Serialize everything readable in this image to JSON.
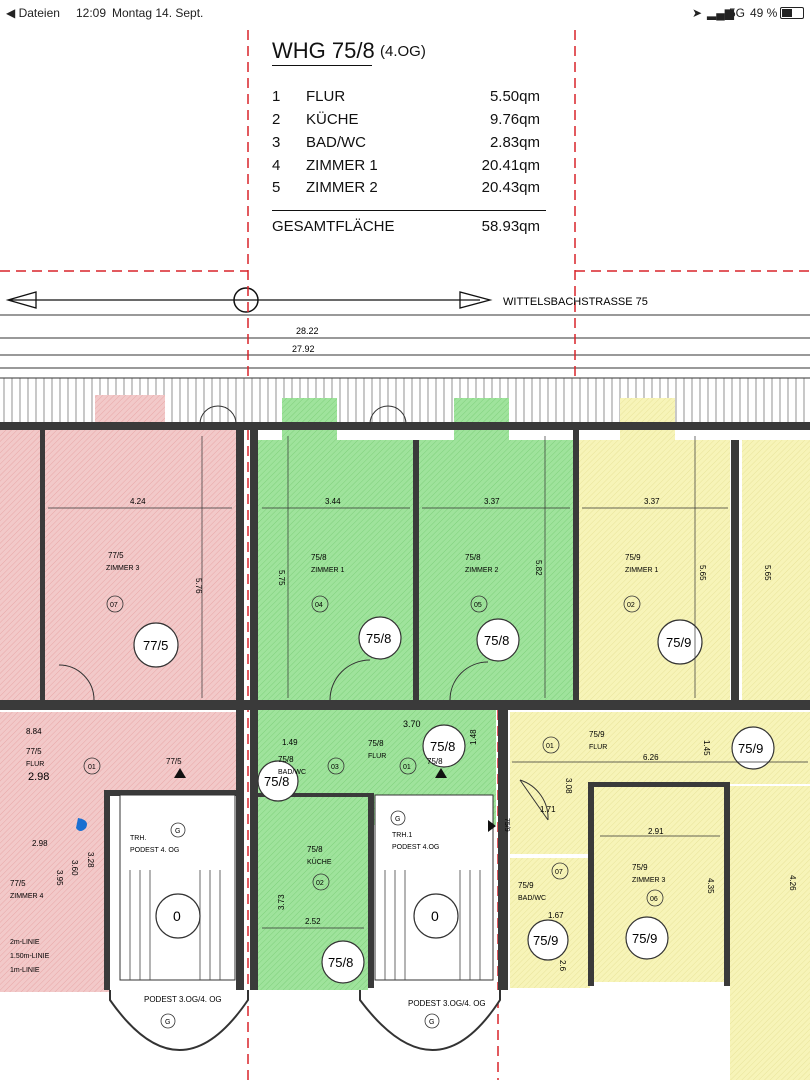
{
  "status_bar": {
    "back_app": "◀ Dateien",
    "time": "12:09",
    "date": "Montag 14. Sept.",
    "network": "5G",
    "battery": "49 %",
    "icons": [
      "location-arrow-icon",
      "signal-icon",
      "battery-icon"
    ]
  },
  "legend": {
    "title": "WHG 75/8",
    "floor": "(4.OG)",
    "rooms": [
      {
        "num": "1",
        "name": "FLUR",
        "area": "5.50qm"
      },
      {
        "num": "2",
        "name": "KÜCHE",
        "area": "9.76qm"
      },
      {
        "num": "3",
        "name": "BAD/WC",
        "area": "2.83qm"
      },
      {
        "num": "4",
        "name": "ZIMMER 1",
        "area": "20.41qm"
      },
      {
        "num": "5",
        "name": "ZIMMER 2",
        "area": "20.43qm"
      }
    ],
    "total_label": "GESAMTFLÄCHE",
    "total_area": "58.93qm"
  },
  "plan": {
    "street": "WITTELSBACHSTRASSE 75",
    "dim_total_1": "28.22",
    "dim_total_2": "27.92",
    "colors": {
      "unit_77_5": "#f2c9c9",
      "unit_75_8": "#9fe39c",
      "unit_75_9": "#f7f4b8",
      "red_dash": "#d9242a",
      "wall": "#3a3a3a"
    },
    "labels": {
      "z3_dim_w": "4.24",
      "z3_code": "77/5",
      "z3_name": "ZIMMER 3",
      "z3_dim_h": "5.76",
      "z3_no": "07",
      "z3_unit": "77/5",
      "z1_dim_w": "3.44",
      "z1_code": "75/8",
      "z1_name": "ZIMMER 1",
      "z1_dim_h": "5.75",
      "z1_no": "04",
      "z1_unit": "75/8",
      "z2_dim_w": "3.37",
      "z2_code": "75/8",
      "z2_name": "ZIMMER 2",
      "z2_dim_h": "5.82",
      "z2_no": "05",
      "z2_unit": "75/8",
      "z91_dim_w": "3.37",
      "z91_code": "75/9",
      "z91_name": "ZIMMER 1",
      "z91_dim_h": "5.65",
      "z91_no": "02",
      "z91_unit": "75/9",
      "zr_dim_h": "5.65",
      "zr_dim": "4.26",
      "fl_dim": "8.84",
      "fl_code": "77/5",
      "fl_name": "FLUR",
      "fl_val": "2.98",
      "fl_no": "01",
      "z4_code": "77/5",
      "z4_name": "ZIMMER 4",
      "z4_dim_w": "2.98",
      "z4_h1": "3.95",
      "z4_h2": "3.60",
      "z4_h3": "3.28",
      "z4_line1": "2m-LINIE",
      "z4_line2": "1.50m-LINIE",
      "z4_line3": "1m-LINIE",
      "stair1_tr": "TRH.",
      "stair1_podest": "PODEST 4. OG",
      "stair1_code": "77/5",
      "stair_zero": "0",
      "stair_g": "G",
      "stair1_lower": "PODEST 3.OG/4. OG",
      "bad_code": "75/8",
      "bad_name": "BAD/WC",
      "bad_no": "03",
      "bad_dim": "1.49",
      "flur8_code": "75/8",
      "flur8_name": "FLUR",
      "flur8_no": "01",
      "flur8_dim": "3.70",
      "flur8_dim_h": "1.48",
      "kue_code": "75/8",
      "kue_name": "KÜCHE",
      "kue_no": "02",
      "kue_dim_w": "2.52",
      "kue_dim_h": "3.73",
      "stair2_tr": "TRH.1",
      "stair2_podest": "PODEST 4.OG",
      "stair2_code": "75/8",
      "stair2_lower": "PODEST 3.OG/4. OG",
      "f9_code": "75/9",
      "f9_name": "FLUR",
      "f9_no": "01",
      "f9_dim_w": "6.26",
      "f9_dim_h": "1.45",
      "f9_dim_h2": "3.08",
      "f9_dim2": "1.71",
      "f9_unit": "75/9",
      "f9_door": "75/9",
      "f9_no2": "07",
      "z93_code": "75/9",
      "z93_name": "ZIMMER 3",
      "z93_no": "06",
      "z93_dim_w": "2.91",
      "z93_dim_h": "4.35",
      "z93_unit": "75/9",
      "bad9_code": "75/9",
      "bad9_name": "BAD/WC",
      "bad9_dim": "1.67",
      "bad9_dim_h": "2.6",
      "bad9_unit": "75/9",
      "left_unit": "77/5",
      "left_unit_b": "75/8",
      "left_75_8": "75/8"
    }
  }
}
